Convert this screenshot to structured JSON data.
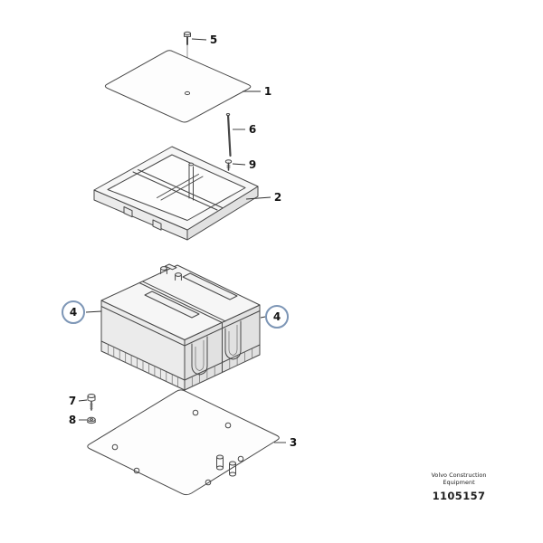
{
  "diagram": {
    "colors": {
      "line": "#474747",
      "highlight_circle": "#7d96b6",
      "background": "#ffffff"
    },
    "callouts": {
      "n1": "1",
      "n2": "2",
      "n3": "3",
      "n4_left": "4",
      "n4_right": "4",
      "n5": "5",
      "n6": "6",
      "n7": "7",
      "n8": "8",
      "n9": "9"
    }
  },
  "footer": {
    "brand_line1": "Volvo Construction",
    "brand_line2": "Equipment",
    "document_number": "1105157"
  }
}
